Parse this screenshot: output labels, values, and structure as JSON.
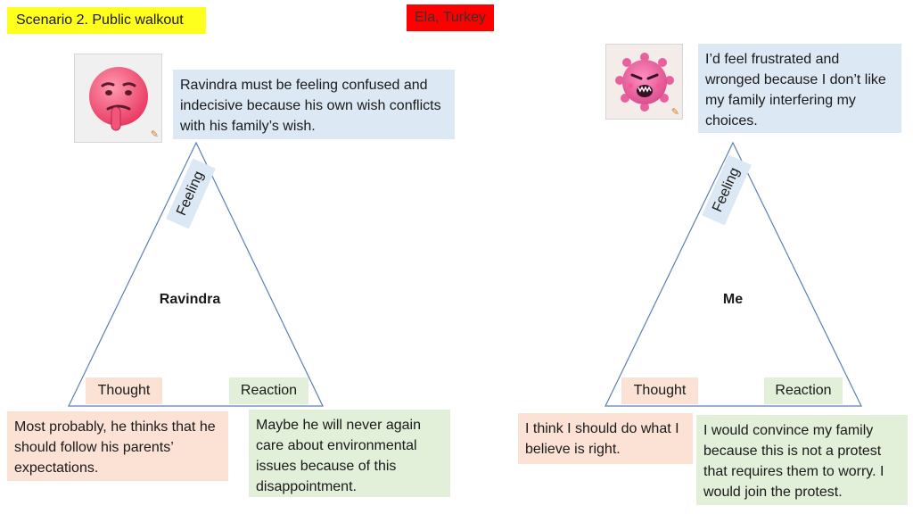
{
  "header": {
    "scenario": "Scenario 2. Public walkout",
    "author": "Ela, Turkey"
  },
  "left": {
    "name": "Ravindra",
    "feeling_label": "Feeling",
    "feeling_text": "Ravindra must be feeling confused and indecisive because his own wish conflicts with his family’s wish.",
    "thought_label": "Thought",
    "thought_text": "Most probably, he thinks that he should follow his parents’ expectations.",
    "reaction_label": "Reaction",
    "reaction_text": "Maybe he will never again care about environmental issues because of this disappointment.",
    "emoji_icon": "thinking-frown-face-emoji"
  },
  "right": {
    "name": "Me",
    "feeling_label": "Feeling",
    "feeling_text": "I’d feel frustrated and wronged because I don’t like my family interfering my choices.",
    "thought_label": "Thought",
    "thought_text": "I think I should do what I believe is right.",
    "reaction_label": "Reaction",
    "reaction_text": "I would convince my family because this is not a protest that requires them to worry. I would join the protest.",
    "emoji_icon": "frustrated-pink-monster-emoji"
  },
  "colors": {
    "scenario_tag": "#ffff1e",
    "author_tag": "#ff0000",
    "feeling": "#dce8f4",
    "thought": "#fbe2d4",
    "reaction": "#e2efd9",
    "triangle_stroke": "#5b7fb5"
  }
}
